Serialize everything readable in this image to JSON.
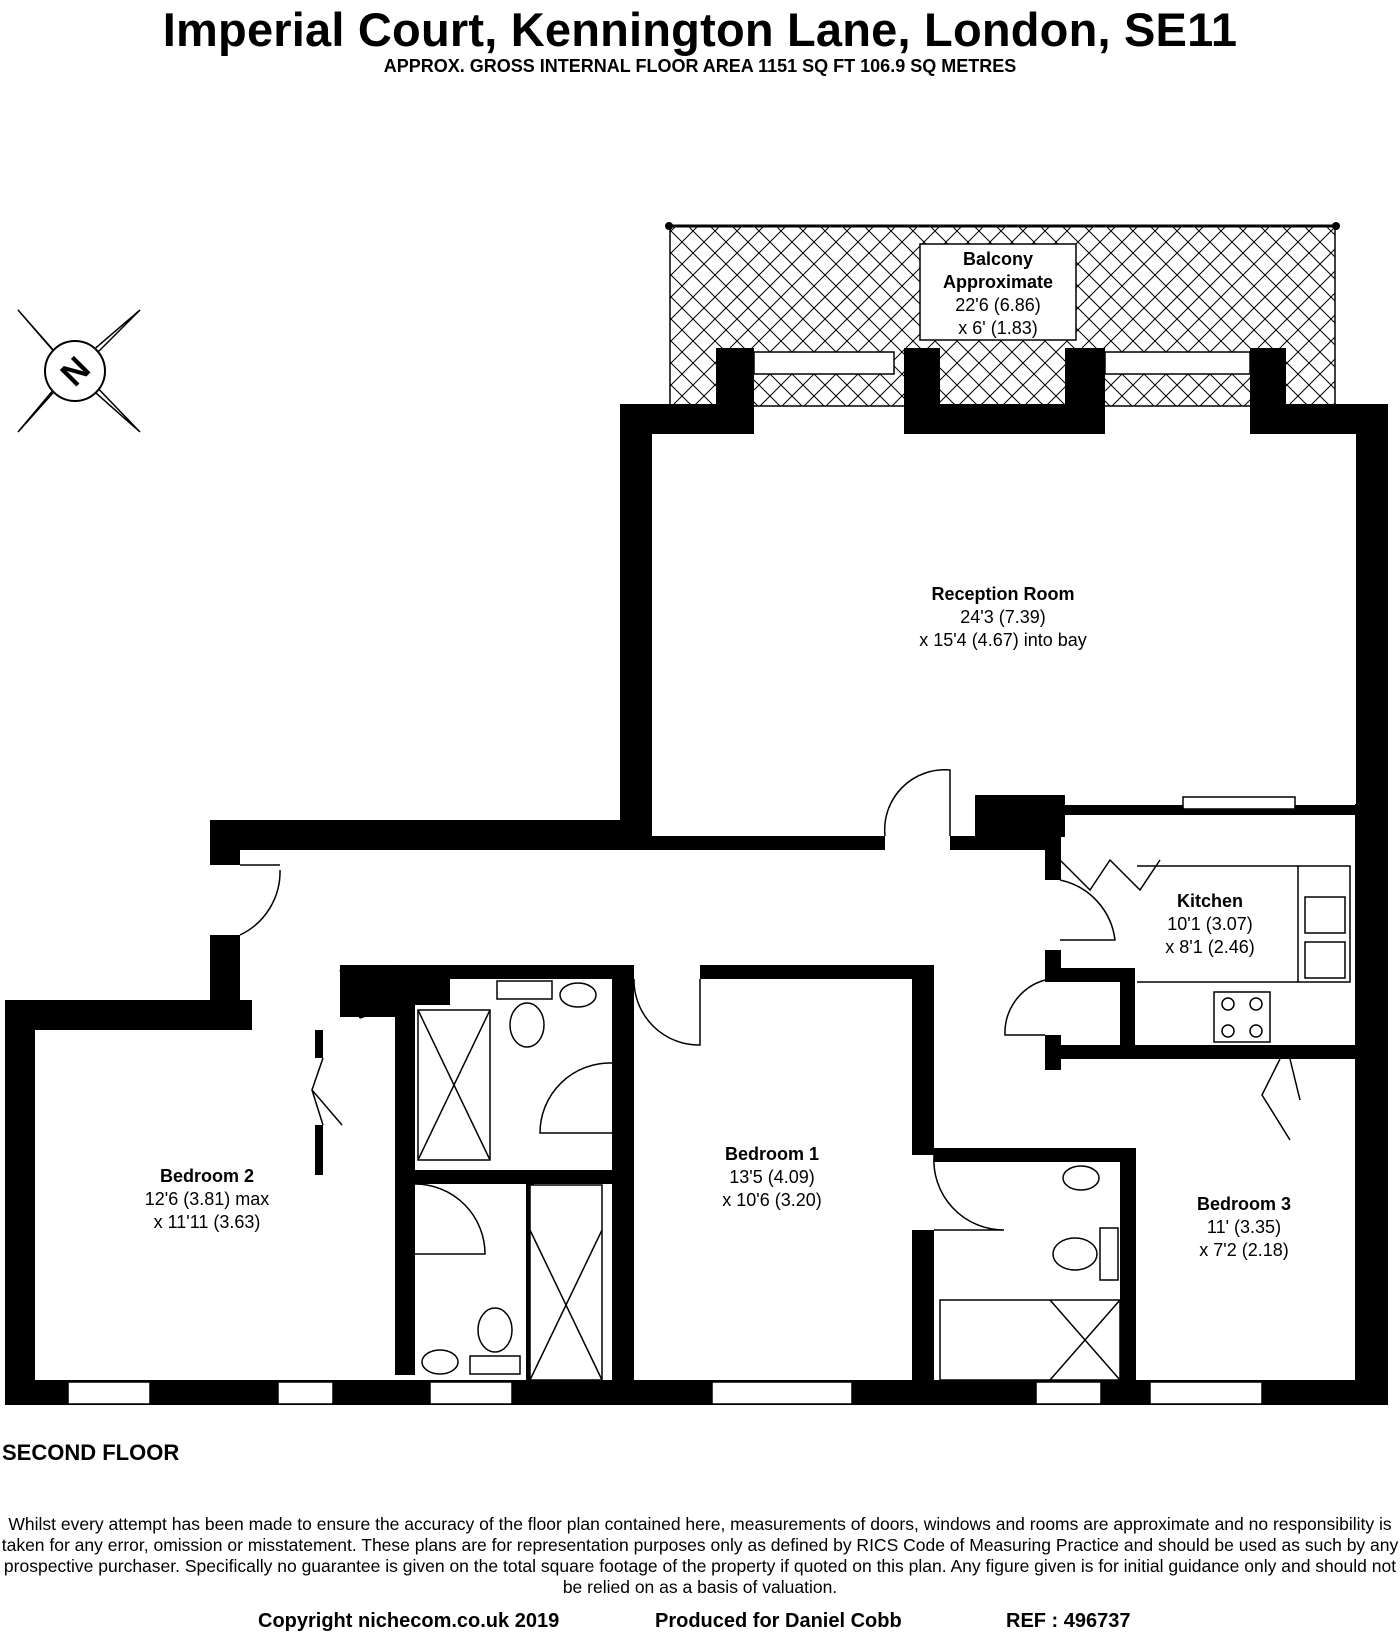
{
  "header": {
    "title": "Imperial Court, Kennington Lane, London, SE11",
    "subtitle": "APPROX. GROSS INTERNAL FLOOR AREA 1151 SQ FT 106.9 SQ METRES"
  },
  "compass": {
    "label": "N"
  },
  "rooms": {
    "balcony": {
      "name": "Balcony",
      "line2": "Approximate",
      "line3": "22'6 (6.86)",
      "line4": "x 6' (1.83)"
    },
    "reception": {
      "name": "Reception Room",
      "line2": "24'3 (7.39)",
      "line3": "x 15'4 (4.67) into bay"
    },
    "kitchen": {
      "name": "Kitchen",
      "line2": "10'1 (3.07)",
      "line3": "x 8'1 (2.46)"
    },
    "bedroom1": {
      "name": "Bedroom 1",
      "line2": "13'5 (4.09)",
      "line3": "x 10'6 (3.20)"
    },
    "bedroom2": {
      "name": "Bedroom 2",
      "line2": "12'6 (3.81) max",
      "line3": "x 11'11 (3.63)"
    },
    "bedroom3": {
      "name": "Bedroom 3",
      "line2": "11' (3.35)",
      "line3": "x 7'2 (2.18)"
    }
  },
  "floor_label": "SECOND FLOOR",
  "disclaimer": "Whilst every attempt has been made to ensure the accuracy of the floor plan contained here, measurements of doors, windows and rooms are approximate and no responsibility is taken for any error, omission or misstatement. These plans are for representation purposes only as defined by RICS Code of Measuring Practice and should be used as such by any prospective purchaser.  Specifically no guarantee is given on the total square footage of the property if quoted on this plan. Any figure given is for initial guidance only and should not be relied on as a basis of valuation.",
  "footer": {
    "copyright": "Copyright  nichecom.co.uk  2019",
    "produced": "Produced  for  Daniel  Cobb",
    "ref": "REF  :  496737"
  }
}
